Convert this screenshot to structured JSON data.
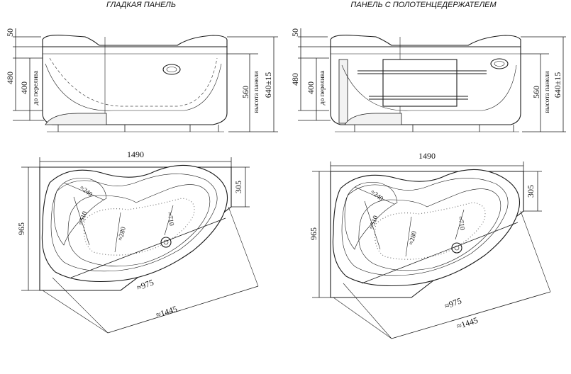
{
  "titles": {
    "left": "ГЛАДКАЯ ПАНЕЛЬ",
    "right": "ПАНЕЛЬ С ПОЛОТЕНЦЕДЕРЖАТЕЛЕМ"
  },
  "front_dims": {
    "top": "50",
    "left_outer": "480",
    "left_inner": "400",
    "left_inner_label": "до перелива",
    "right_inner": "560",
    "right_inner_label": "высота панели",
    "right_outer": "640±15"
  },
  "plan_dims": {
    "width": "1490",
    "height": "965",
    "right_height": "305",
    "seat": "≈240",
    "r1": "≈510",
    "r2": "≈280",
    "r3": "≈710",
    "inner_len": "≈975",
    "outer_len": "≈1445"
  }
}
